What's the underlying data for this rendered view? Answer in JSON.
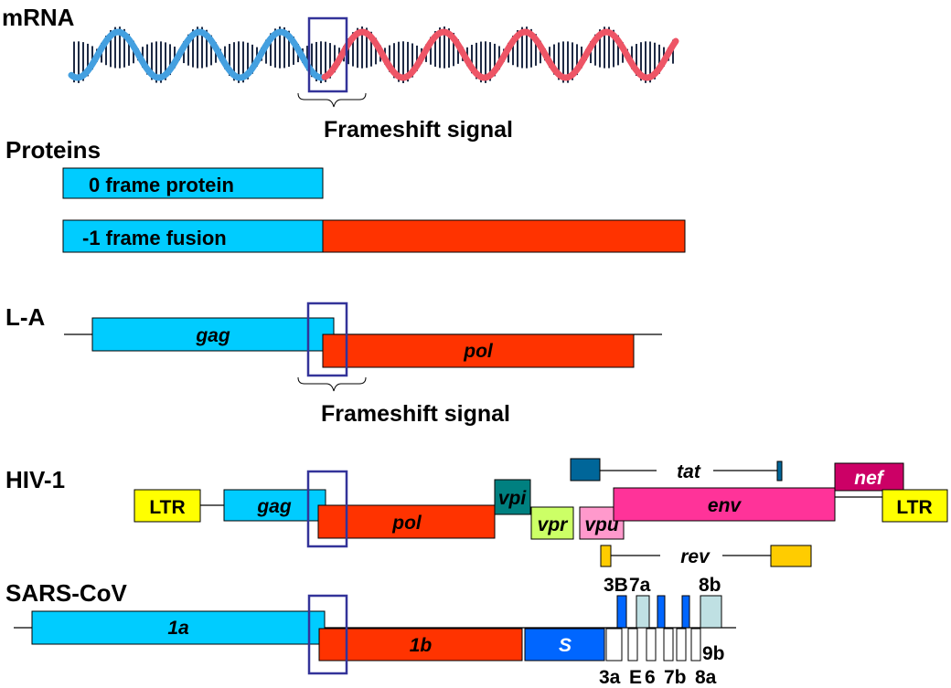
{
  "colors": {
    "cyan": "#00CCFF",
    "orange_red": "#FF3300",
    "signal_box": "#333399",
    "ltr_yellow": "#FFFF00",
    "teal": "#008080",
    "lime": "#CCFF66",
    "pink": "#FF99CC",
    "magenta": "#FF3399",
    "nef": "#CC0066",
    "tat_blue": "#006699",
    "rev_gold": "#FFCC00",
    "blue": "#0066FF",
    "light_teal": "#BFE0E3",
    "helix_blue": "#44A0E0",
    "helix_red": "#EE5566"
  },
  "mrna": {
    "title": "mRNA",
    "signal_label": "Frameshift signal"
  },
  "proteins": {
    "title": "Proteins",
    "zero_frame": "0 frame protein",
    "fusion": "-1 frame fusion"
  },
  "la": {
    "title": "L-A",
    "gag": "gag",
    "pol": "pol",
    "signal_label": "Frameshift signal"
  },
  "hiv": {
    "title": "HIV-1",
    "ltr_left": "LTR",
    "gag": "gag",
    "pol": "pol",
    "vpi": "vpi",
    "vpr": "vpr",
    "vpu": "vpu",
    "env": "env",
    "nef": "nef",
    "tat": "tat",
    "rev": "rev",
    "ltr_right": "LTR"
  },
  "sars": {
    "title": "SARS-CoV",
    "orf1a": "1a",
    "orf1b": "1b",
    "s": "S",
    "top_labels": {
      "l3b": "3B",
      "l7a": "7a",
      "l8b": "8b"
    },
    "bottom_labels": {
      "l3a": "3a",
      "lE": "E",
      "l6": "6",
      "l7b": "7b",
      "l8a": "8a",
      "l9b": "9b"
    }
  }
}
